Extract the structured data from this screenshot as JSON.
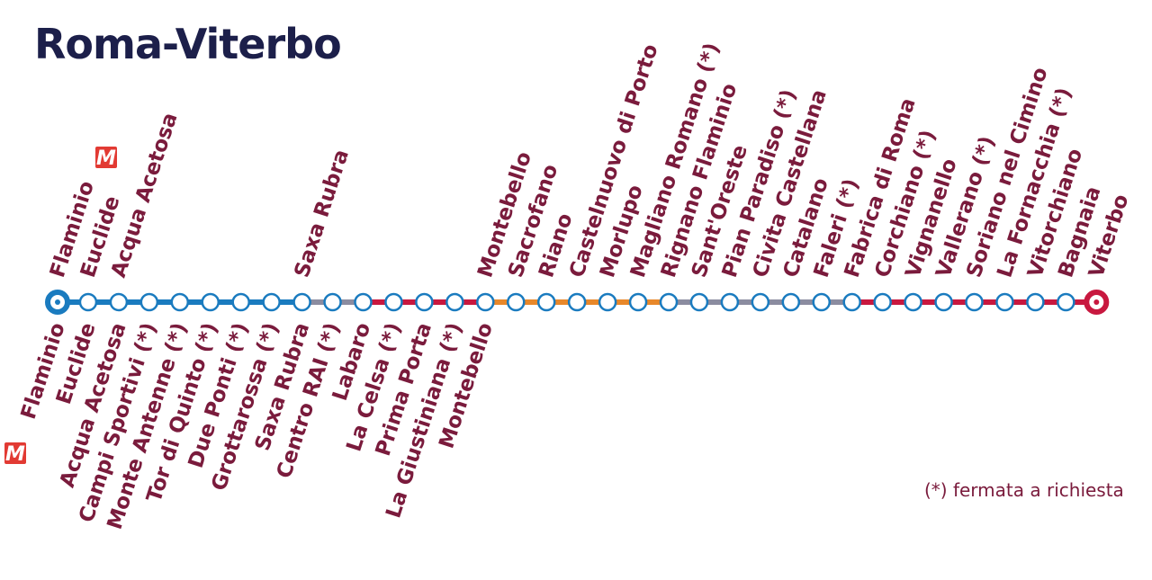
{
  "title": "Roma-Viterbo",
  "legend": "(*) fermata a richiesta",
  "metro_symbol": "M",
  "colors": {
    "line_blue": "#1a7bbf",
    "line_red": "#c8183f",
    "line_orange": "#e8882a",
    "line_gray": "#8b8ca0",
    "label": "#7a1b3c",
    "title": "#1c1f4a",
    "metro": "#e23a33"
  },
  "bottom_stops": [
    "Flaminio",
    "Euclide",
    "Acqua Acetosa",
    "Campi Sportivi (*)",
    "Monte Antenne (*)",
    "Tor di Quinto (*)",
    "Due Ponti (*)",
    "Grottarossa (*)",
    "Saxa Rubra",
    "Centro RAI (*)",
    "Labaro",
    "La Celsa (*)",
    "Prima Porta",
    "La Giustiniana (*)",
    "Montebello"
  ],
  "top_stops": [
    "Flaminio",
    "Euclide",
    "Acqua Acetosa",
    "Saxa Rubra",
    "Montebello",
    "Sacrofano",
    "Riano",
    "Castelnuovo di Porto",
    "Morlupo",
    "Magliano Romano (*)",
    "Rignano Flaminio",
    "Sant'Oreste",
    "Pian Paradiso (*)",
    "Civita Castellana",
    "Catalano",
    "Faleri (*)",
    "Fabrica di Roma",
    "Corchiano (*)",
    "Vignanello",
    "Vallerano (*)",
    "Soriano nel Cimino",
    "La Fornacchia (*)",
    "Vitorchiano",
    "Bagnaia",
    "Viterbo"
  ]
}
